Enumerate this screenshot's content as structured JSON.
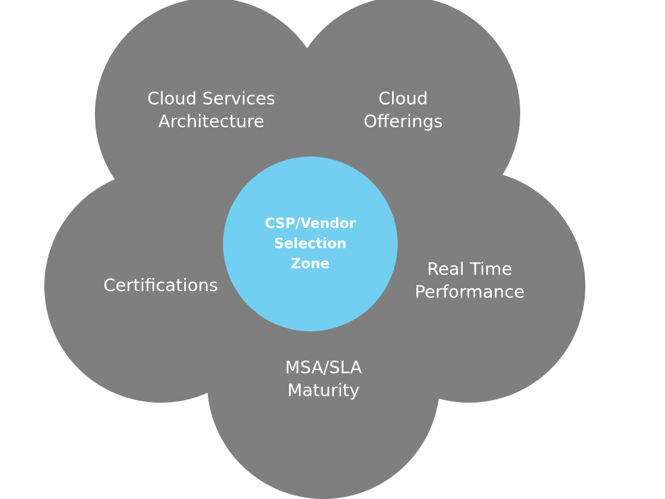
{
  "diagram": {
    "center": {
      "lines": [
        "CSP/Vendor",
        "Selection",
        "Zone"
      ]
    },
    "petals": [
      {
        "name": "petal-cloud-services-architecture",
        "lines": [
          "Cloud Services",
          "Architecture"
        ]
      },
      {
        "name": "petal-cloud-offerings",
        "lines": [
          "Cloud",
          "Offerings"
        ]
      },
      {
        "name": "petal-real-time-performance",
        "lines": [
          "Real Time",
          "Performance"
        ]
      },
      {
        "name": "petal-msa-sla-maturity",
        "lines": [
          "MSA/SLA",
          "Maturity"
        ]
      },
      {
        "name": "petal-certifications",
        "lines": [
          "Certifications"
        ]
      }
    ]
  },
  "colors": {
    "petal": "#7f7f7f",
    "center": "#72cff2",
    "text": "#ffffff",
    "background": "#ffffff"
  }
}
